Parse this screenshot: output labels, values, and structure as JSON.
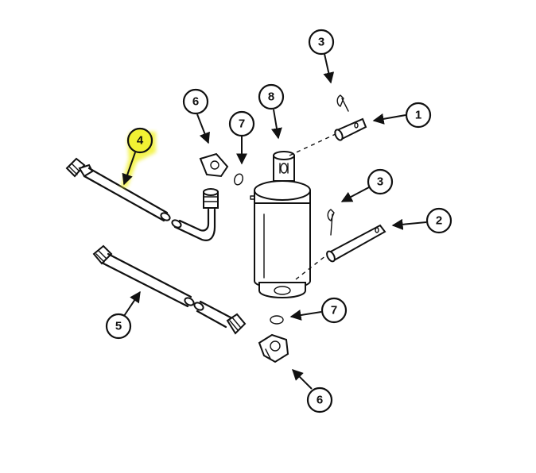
{
  "callouts": [
    {
      "label": "1",
      "part": "pin-upper"
    },
    {
      "label": "2",
      "part": "pin-lower"
    },
    {
      "label": "3",
      "part": "cotter-pin-upper"
    },
    {
      "label": "3",
      "part": "cotter-pin-lower"
    },
    {
      "label": "4",
      "part": "hose-upper",
      "highlighted": true
    },
    {
      "label": "5",
      "part": "hose-lower"
    },
    {
      "label": "6",
      "part": "elbow-upper"
    },
    {
      "label": "6",
      "part": "elbow-lower"
    },
    {
      "label": "7",
      "part": "o-ring-upper"
    },
    {
      "label": "7",
      "part": "o-ring-lower"
    },
    {
      "label": "8",
      "part": "cylinder"
    }
  ],
  "colors": {
    "line": "#111111",
    "highlight": "#f2f233",
    "background": "#ffffff"
  }
}
